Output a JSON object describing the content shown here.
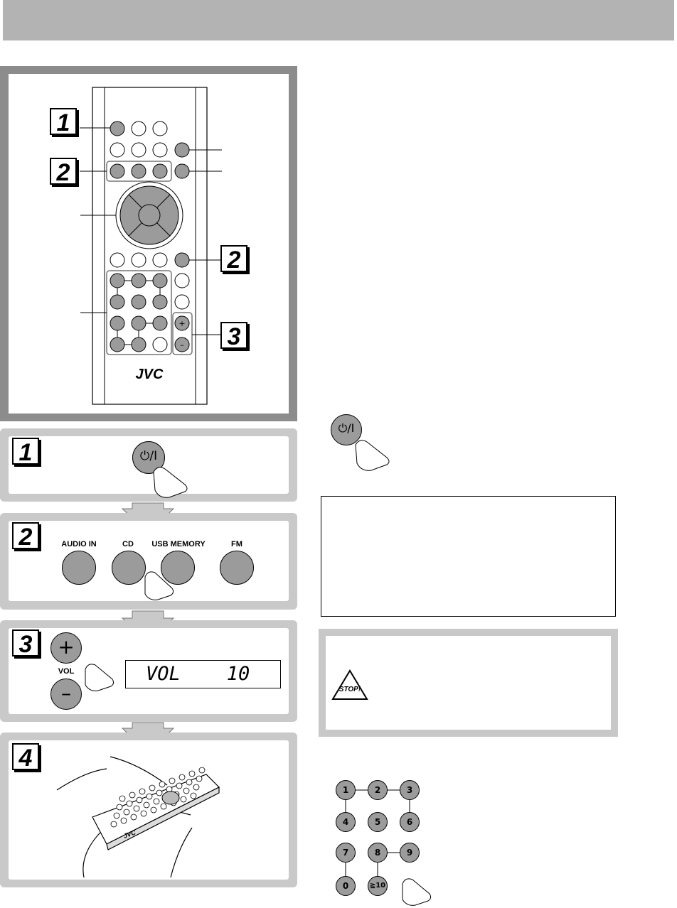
{
  "steps": {
    "step1": "1",
    "step2": "2",
    "step3": "3",
    "step4": "4"
  },
  "remote": {
    "brand": "JVC",
    "callout_1": "1",
    "callout_2a": "2",
    "callout_2b": "2",
    "callout_3": "3",
    "vol_plus": "+",
    "vol_minus": "–"
  },
  "sources": {
    "audio_in": "AUDIO IN",
    "cd": "CD",
    "usb_memory": "USB MEMORY",
    "fm": "FM"
  },
  "volume": {
    "label": "VOL",
    "plus": "+",
    "minus": "–",
    "display": "VOL    10"
  },
  "power_symbol": "⏻/I",
  "caution": {
    "stop": "STOP!"
  },
  "keypad": {
    "keys": [
      "1",
      "2",
      "3",
      "4",
      "5",
      "6",
      "7",
      "8",
      "9",
      "0",
      "≧10"
    ]
  }
}
